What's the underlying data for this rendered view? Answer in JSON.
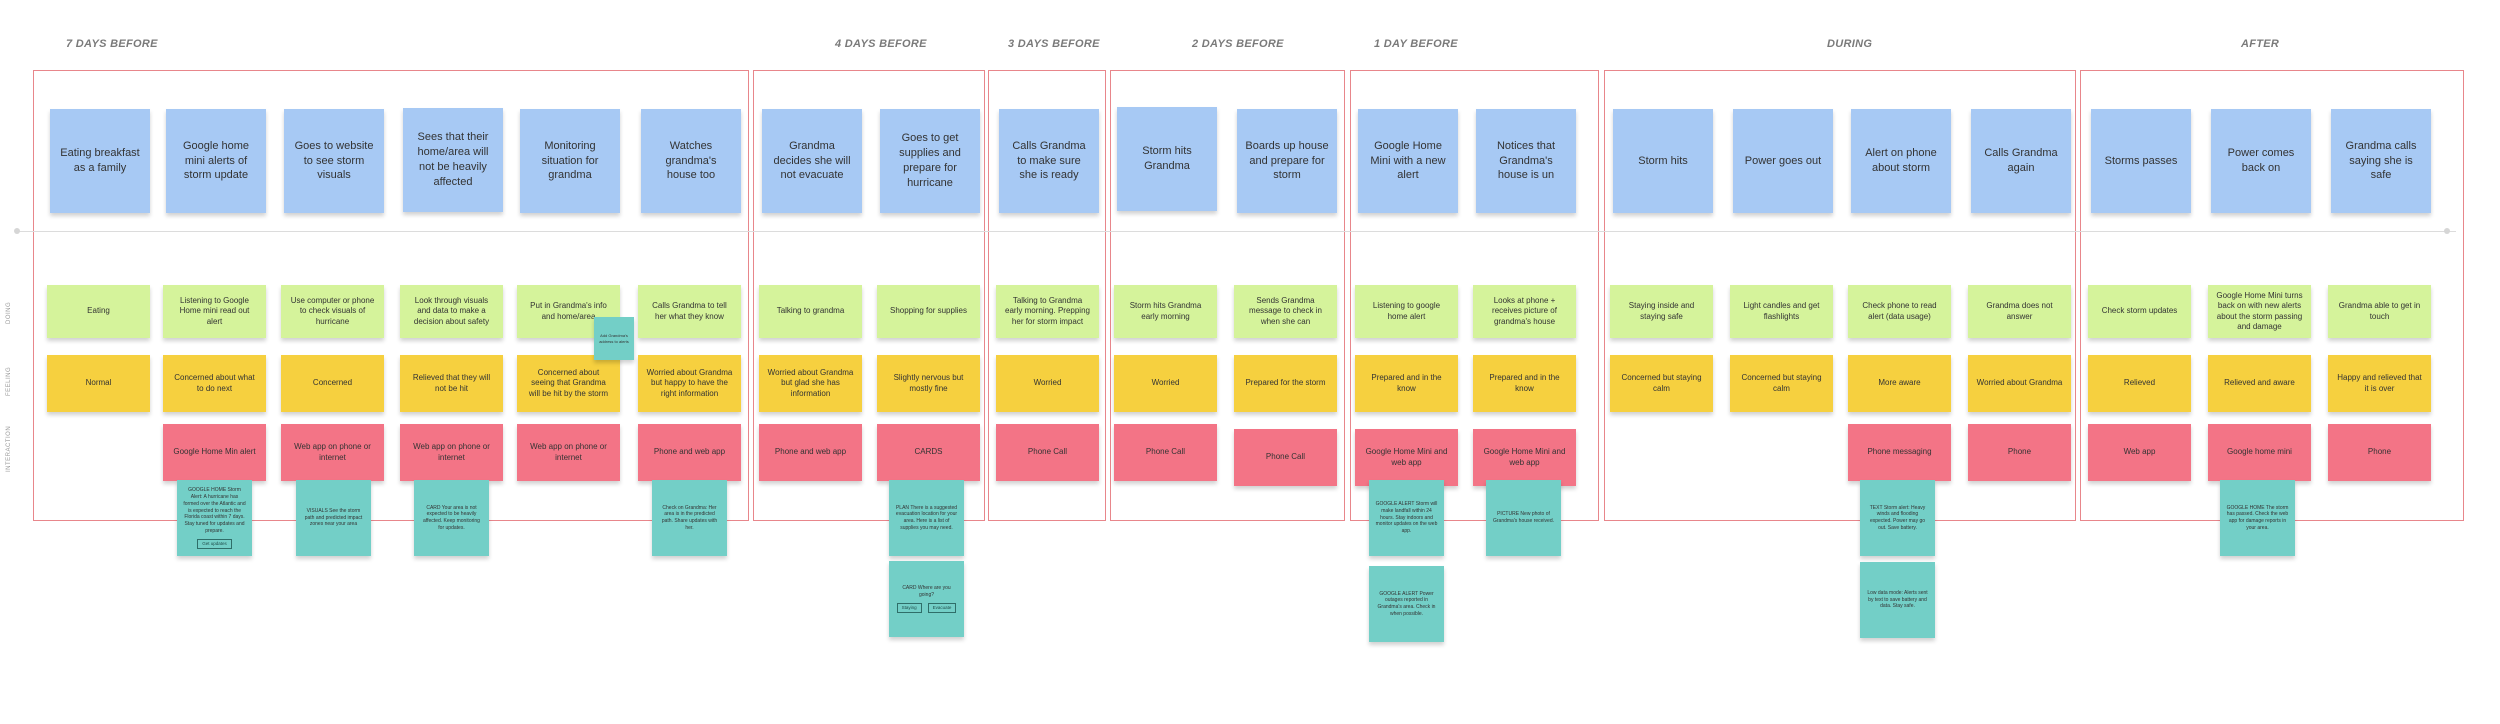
{
  "phases": [
    "7 DAYS BEFORE",
    "4 DAYS BEFORE",
    "3 DAYS BEFORE",
    "2 DAYS BEFORE",
    "1 DAY BEFORE",
    "DURING",
    "AFTER"
  ],
  "row_labels": [
    "DOING",
    "FEELING",
    "INTERACTION"
  ],
  "columns": [
    {
      "action": "Eating breakfast as a family",
      "doing": "Eating",
      "feeling": "Normal"
    },
    {
      "action": "Google home mini alerts of storm update",
      "doing": "Listening to Google Home mini read out alert",
      "feeling": "Concerned about what to do next",
      "interaction": "Google Home Min alert"
    },
    {
      "action": "Goes to website to see storm visuals",
      "doing": "Use computer or phone to check visuals of hurricane",
      "feeling": "Concerned",
      "interaction": "Web app on phone or internet"
    },
    {
      "action": "Sees that their home/area will not be heavily affected",
      "doing": "Look through visuals and data to make a decision about safety",
      "feeling": "Relieved that they will not be hit",
      "interaction": "Web app on phone or internet"
    },
    {
      "action": "Monitoring situation for grandma",
      "doing": "Put in Grandma's info and home/area",
      "feeling": "Concerned about seeing that Grandma will be hit by the storm",
      "interaction": "Web app on phone or internet"
    },
    {
      "action": "Watches grandma's house too",
      "doing": "Calls Grandma to tell her what they know",
      "feeling": "Worried about Grandma but happy to have the right information",
      "interaction": "Phone and web app"
    },
    {
      "action": "Grandma decides she will not evacuate",
      "doing": "Talking to grandma",
      "feeling": "Worried about Grandma but glad she has information",
      "interaction": "Phone and web app"
    },
    {
      "action": "Goes to get supplies and prepare for hurricane",
      "doing": "Shopping for supplies",
      "feeling": "Slightly nervous but mostly fine",
      "interaction": "CARDS"
    },
    {
      "action": "Calls Grandma to make sure she is ready",
      "doing": "Talking to Grandma early morning. Prepping her for storm impact",
      "feeling": "Worried",
      "interaction": "Phone Call"
    },
    {
      "action": "Storm hits Grandma",
      "doing": "Storm hits Grandma early morning",
      "feeling": "Worried",
      "interaction": "Phone Call"
    },
    {
      "action": "Boards up house and prepare for storm",
      "doing": "Sends Grandma message to check in when she can",
      "feeling": "Prepared for the storm",
      "interaction": "Phone Call"
    },
    {
      "action": "Google Home Mini with a new alert",
      "doing": "Listening to google home alert",
      "feeling": "Prepared and in the know",
      "interaction": "Google Home Mini and web app"
    },
    {
      "action": "Notices that Grandma's house is un",
      "doing": "Looks at phone + receives picture of grandma's house",
      "feeling": "Prepared and in the know",
      "interaction": "Google Home Mini and web app"
    },
    {
      "action": "Storm hits",
      "doing": "Staying inside and staying safe",
      "feeling": "Concerned but staying calm"
    },
    {
      "action": "Power goes out",
      "doing": "Light candles and get flashlights",
      "feeling": "Concerned but staying calm"
    },
    {
      "action": "Alert on phone about storm",
      "doing": "Check phone to read alert (data usage)",
      "feeling": "More aware",
      "interaction": "Phone messaging"
    },
    {
      "action": "Calls Grandma again",
      "doing": "Grandma does not answer",
      "feeling": "Worried about Grandma",
      "interaction": "Phone"
    },
    {
      "action": "Storms passes",
      "doing": "Check storm updates",
      "feeling": "Relieved",
      "interaction": "Web app"
    },
    {
      "action": "Power comes back on",
      "doing": "Google Home Mini turns back on with new alerts about the storm passing and damage",
      "feeling": "Relieved and aware",
      "interaction": "Google home mini"
    },
    {
      "action": "Grandma calls saying she is safe",
      "doing": "Grandma able to get in touch",
      "feeling": "Happy and relieved that it is over",
      "interaction": "Phone"
    }
  ],
  "small_note": "Add Grandma's address to alerts",
  "teal_notes": [
    {
      "text": "GOOGLE HOME Storm Alert: A hurricane has formed over the Atlantic and is expected to reach the Florida coast within 7 days. Stay tuned for updates and prepare.",
      "buttons": [
        "Get updates"
      ]
    },
    {
      "text": "VISUALS See the storm path and predicted impact zones near your area",
      "buttons": []
    },
    {
      "text": "CARD Your area is not expected to be heavily affected. Keep monitoring for updates.",
      "buttons": []
    },
    {
      "text": "Check on Grandma: Her area is in the predicted path. Share updates with her.",
      "buttons": []
    },
    {
      "text": "PLAN There is a suggested evacuation location for your area. Here is a list of supplies you may need.",
      "buttons": []
    },
    {
      "text": "CARD Where are you going?",
      "buttons": [
        "Staying",
        "Evacuate"
      ]
    },
    {
      "text": "GOOGLE ALERT Storm will make landfall within 24 hours. Stay indoors and monitor updates on the web app.",
      "buttons": []
    },
    {
      "text": "PICTURE New photo of Grandma's house received.",
      "buttons": []
    },
    {
      "text": "GOOGLE ALERT Power outages reported in Grandma's area. Check in when possible.",
      "buttons": []
    },
    {
      "text": "TEXT Storm alert: Heavy winds and flooding expected. Power may go out. Save battery.",
      "buttons": []
    },
    {
      "text": "Low data mode: Alerts sent by text to save battery and data. Stay safe.",
      "buttons": []
    },
    {
      "text": "GOOGLE HOME The storm has passed. Check the web app for damage reports in your area.",
      "buttons": []
    }
  ]
}
